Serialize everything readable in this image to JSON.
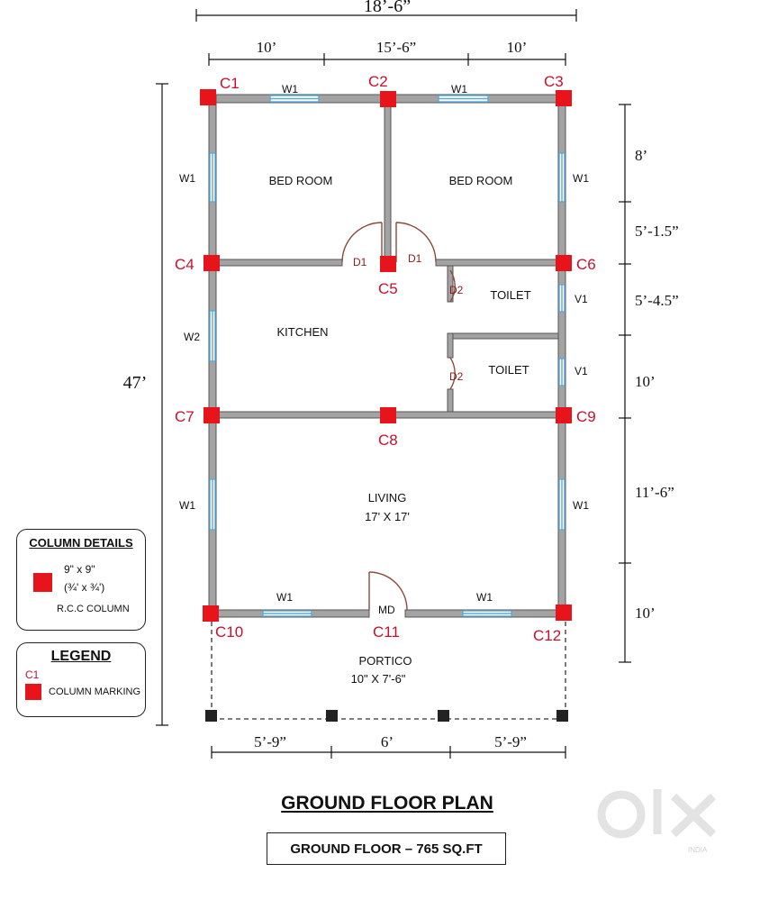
{
  "overall_width": "18’-6”",
  "overall_depth": "47’",
  "top_dims": [
    "10’",
    "15’-6”",
    "10’"
  ],
  "bottom_dims": [
    "5’-9”",
    "6’",
    "5’-9”"
  ],
  "right_dims": [
    "8’",
    "5’-1.5”",
    "5’-4.5”",
    "10’",
    "11’-6”",
    "10’"
  ],
  "rooms": {
    "bedroom_left": "BED ROOM",
    "bedroom_right": "BED ROOM",
    "kitchen": "KITCHEN",
    "toilet_upper": "TOILET",
    "toilet_lower": "TOILET",
    "living": "LIVING",
    "living_size": "17'  X 17'",
    "portico": "PORTICO",
    "portico_size": "10\"  X  7'-6\""
  },
  "columns": {
    "c1": "C1",
    "c2": "C2",
    "c3": "C3",
    "c4": "C4",
    "c5": "C5",
    "c6": "C6",
    "c7": "C7",
    "c8": "C8",
    "c9": "C9",
    "c10": "C10",
    "c11": "C11",
    "c12": "C12"
  },
  "openings": {
    "w1": "W1",
    "w2": "W2",
    "v1": "V1",
    "d1": "D1",
    "d2": "D2",
    "md": "MD"
  },
  "column_details": {
    "title": "COLUMN DETAILS",
    "size": "9\" x 9\"",
    "size_ft": "(¾' x ¾')",
    "type": "R.C.C COLUMN"
  },
  "legend": {
    "title": "LEGEND",
    "marker_label": "C1",
    "marker_text": "COLUMN MARKING"
  },
  "plan_title": "GROUND FLOOR PLAN",
  "area_label": "GROUND FLOOR – 765 SQ.FT",
  "watermark": "olx",
  "watermark_sub": "INDIA",
  "colors": {
    "column": "#e8141b",
    "column_text": "#c8102e",
    "wall": "#9a9a9a",
    "window": "#5aa8d8",
    "door": "#8b4a3a"
  }
}
